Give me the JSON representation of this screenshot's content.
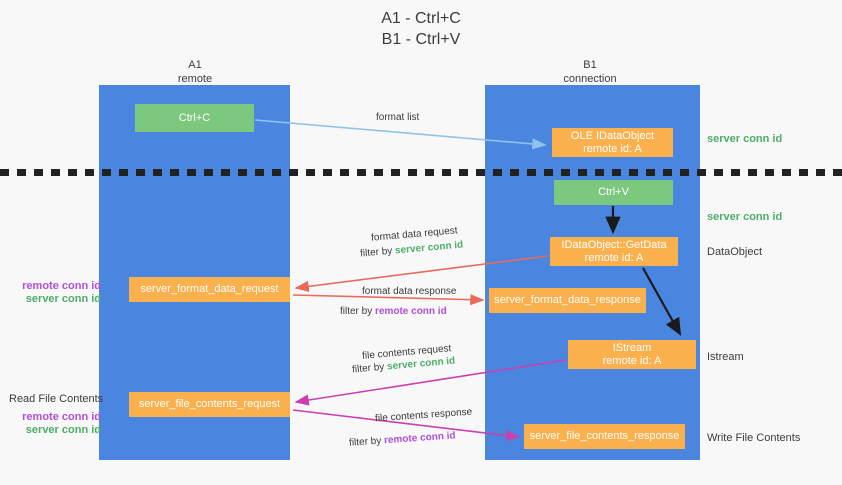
{
  "title": {
    "line1": "A1 - Ctrl+C",
    "line2": "B1 - Ctrl+V"
  },
  "lanes": [
    {
      "id": "A1",
      "name": "A1",
      "sublabel": "remote",
      "color": "#4a86e0"
    },
    {
      "id": "B1",
      "name": "B1",
      "sublabel": "connection",
      "color": "#4a86e0"
    }
  ],
  "colors": {
    "lane_blue": "#4a86e0",
    "green_box": "#7dc87f",
    "orange_box": "#fbb04e",
    "server_conn_id": "#4cae67",
    "remote_conn_id": "#b14fd8",
    "arrow_light_blue": "#8ec3ea",
    "arrow_red": "#e86a5a",
    "arrow_magenta": "#cc3fb0",
    "arrow_black": "#1a1a1a",
    "background": "#f8f8f8"
  },
  "boxes": {
    "ctrl_c": {
      "label": "Ctrl+C",
      "lane": "A1",
      "style": "green"
    },
    "ctrl_v": {
      "label": "Ctrl+V",
      "lane": "B1",
      "style": "green"
    },
    "ole_idataobject": {
      "line1": "OLE IDataObject",
      "line2": "remote id: A",
      "lane": "B1",
      "style": "orange"
    },
    "idataobject_getdata": {
      "line1": "IDataObject::GetData",
      "line2": "remote id: A",
      "lane": "B1",
      "style": "orange"
    },
    "istream": {
      "line1": "IStream",
      "line2": "remote id: A",
      "lane": "B1",
      "style": "orange"
    },
    "server_format_data_request": {
      "label": "server_format_data_request",
      "lane": "A1",
      "style": "orange"
    },
    "server_format_data_response": {
      "label": "server_format_data_response",
      "lane": "B1",
      "style": "orange"
    },
    "server_file_contents_request": {
      "label": "server_file_contents_request",
      "lane": "A1",
      "style": "orange"
    },
    "server_file_contents_response": {
      "label": "server_file_contents_response",
      "lane": "B1",
      "style": "orange"
    }
  },
  "edge_labels": {
    "format_list": "format list",
    "format_data_request": "format data request",
    "format_data_request_filter_prefix": "filter by ",
    "format_data_request_filter_key": "server conn id",
    "format_data_response": "format data response",
    "format_data_response_filter_prefix": "filter by ",
    "format_data_response_filter_key": "remote conn id",
    "file_contents_request": "file contents request",
    "file_contents_request_filter_prefix": "filter by ",
    "file_contents_request_filter_key": "server conn id",
    "file_contents_response": "file contents response",
    "file_contents_response_filter_prefix": "filter by ",
    "file_contents_response_filter_key": "remote conn id"
  },
  "annotations": {
    "right": {
      "server_conn_id_top": "server conn id",
      "server_conn_id_mid": "server conn id",
      "dataobject": "DataObject",
      "istream": "Istream",
      "write_file_contents": "Write File Contents"
    },
    "left": {
      "remote_conn_id_1": "remote conn id",
      "server_conn_id_1": "server conn id",
      "read_file_contents": "Read File Contents",
      "remote_conn_id_2": "remote conn id",
      "server_conn_id_2": "server conn id"
    }
  }
}
